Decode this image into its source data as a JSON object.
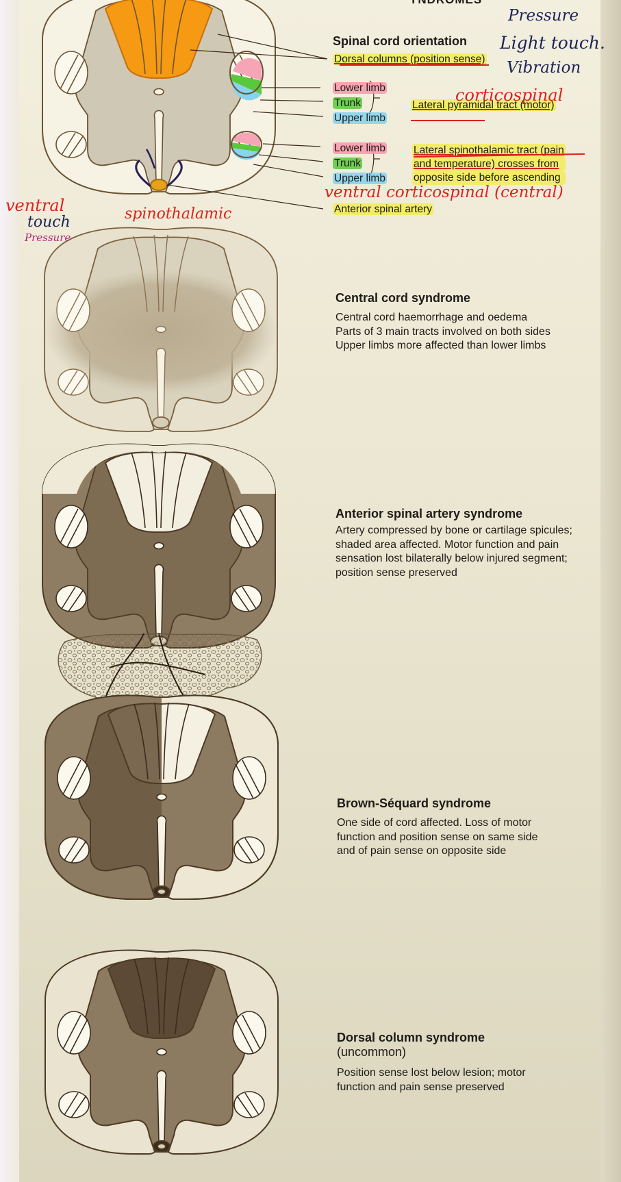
{
  "header_partial": "YNDROMES",
  "orientation": {
    "title": "Spinal cord orientation",
    "dorsal_columns": "Dorsal columns (position sense)",
    "lower_limb": "Lower limb",
    "trunk": "Trunk",
    "upper_limb": "Upper limb",
    "lateral_pyramidal": "Lateral pyramidal tract (motor)",
    "spinothalamic_1": "Lateral spinothalamic tract (pain",
    "spinothalamic_2": "and temperature) crosses from",
    "spinothalamic_3": "opposite side before ascending",
    "anterior_artery": "Anterior spinal artery"
  },
  "handwriting": {
    "pressure_top": "Pressure",
    "light_touch": "Light touch.",
    "vibration": "Vibration",
    "corticospinal": "corticospinal",
    "ventral_corticospinal": "ventral corticospinal (central)",
    "ventral": "ventral",
    "touch": "touch",
    "pressure_small": "Pressure",
    "spinothalamic": "spinothalamic"
  },
  "syndromes": [
    {
      "title": "Central cord syndrome",
      "lines": [
        "Central cord haemorrhage and oedema",
        "Parts of 3 main tracts involved on both sides",
        "Upper limbs more affected than lower limbs"
      ]
    },
    {
      "title": "Anterior spinal artery syndrome",
      "lines": [
        "Artery compressed by bone or cartilage spicules;",
        "shaded area affected. Motor function and pain",
        "sensation lost bilaterally below injured segment;",
        "position sense preserved"
      ]
    },
    {
      "title": "Brown-Séquard syndrome",
      "lines": [
        "One side of cord affected. Loss of motor",
        "function and position sense on same side",
        "and of pain sense on opposite side"
      ]
    },
    {
      "title": "Dorsal column syndrome",
      "title_suffix": "(uncommon)",
      "lines": [
        "Position sense lost below lesion; motor",
        "function and pain sense preserved"
      ]
    }
  ],
  "colors": {
    "outline": "#6b5333",
    "dorsal_orange": "#f59a12",
    "shade_dark": "#8f7d63",
    "shade_darker": "#5d4a36",
    "ink_red": "#d9241c",
    "ink_blue": "#1c2457",
    "ink_magenta": "#b0207a"
  }
}
